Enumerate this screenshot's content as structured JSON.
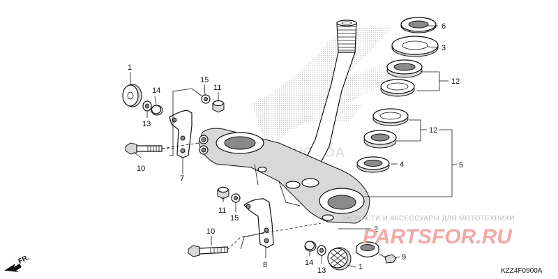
{
  "diagram": {
    "callouts": [
      "1",
      "3",
      "4",
      "5",
      "6",
      "8",
      "9",
      "10",
      "11",
      "12",
      "13",
      "14",
      "15",
      "2",
      "7"
    ],
    "labels": {
      "p1_top": "1",
      "p14_top": "14",
      "p13_top": "13",
      "p15_top": "15",
      "p11_top": "11",
      "p10_top": "10",
      "p7": "7",
      "p6": "6",
      "p3": "3",
      "p12_top": "12",
      "p12_bot": "12",
      "p4": "4",
      "p5": "5",
      "p11_bot": "11",
      "p15_bot": "15",
      "p10_bot": "10",
      "p8": "8",
      "p14_bot": "14",
      "p13_bot": "13",
      "p1_bot": "1",
      "p2": "2",
      "p9": "9"
    },
    "direction_label": "FR.",
    "diagram_code": "KZZ4F0900A"
  },
  "watermark": {
    "caption": "ЗАПЧАСТИ И АКСЕССУАРЫ ДЛЯ МОТОТЕХНИКИ",
    "logo": "PARTSFOR.RU",
    "brand_mark": "HONDA"
  }
}
